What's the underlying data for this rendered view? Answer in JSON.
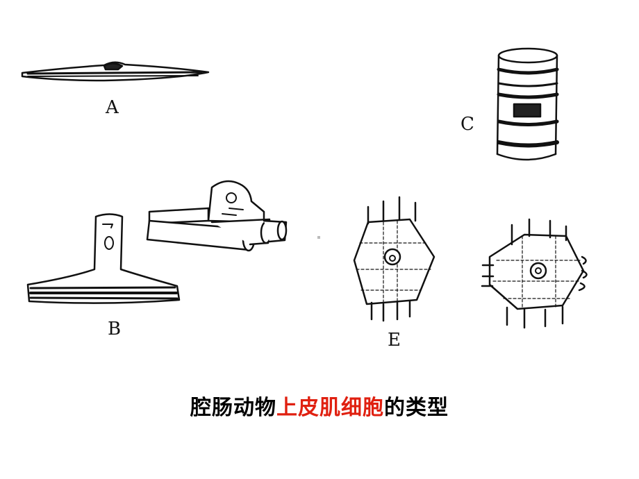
{
  "labels": {
    "a": "A",
    "b": "B",
    "c": "C",
    "e": "E"
  },
  "caption": {
    "part1": "腔肠动物",
    "highlight": "上皮肌细胞",
    "part2": "的类型"
  },
  "colors": {
    "highlight": "#e02010",
    "ink": "#111111"
  }
}
